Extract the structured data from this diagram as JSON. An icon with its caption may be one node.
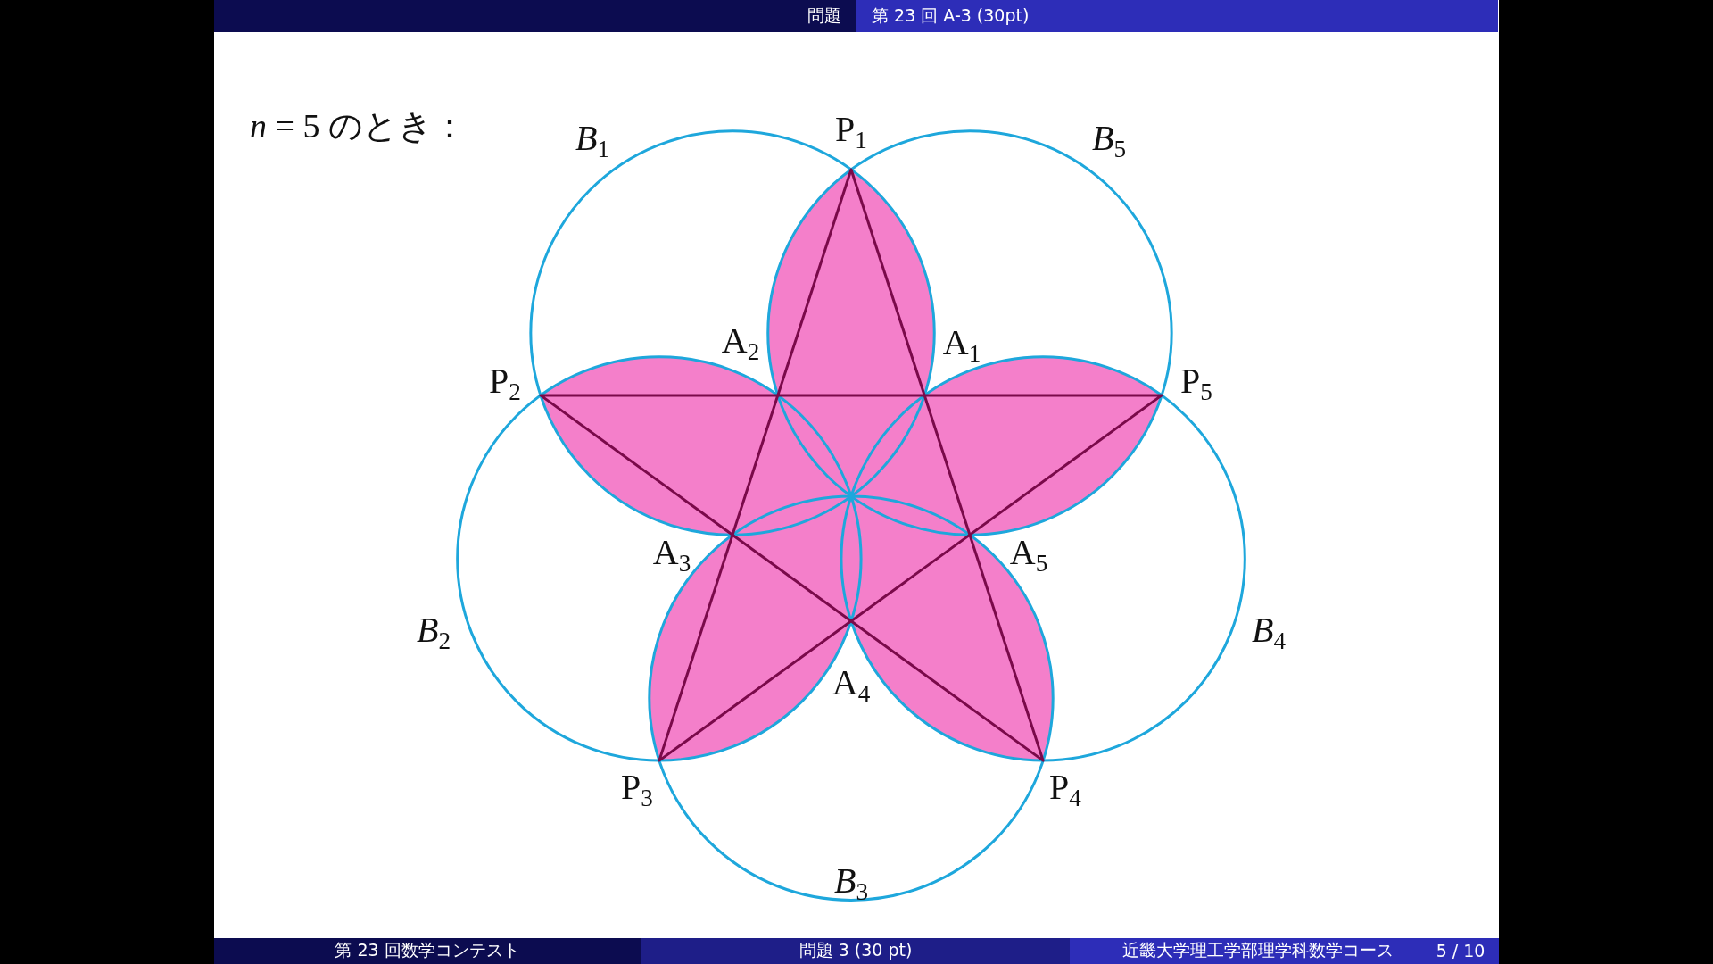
{
  "diagram": {
    "labels": [
      "問題",
      "第 23 回 A-3 (30pt)",
      "*n* = 5 のとき：",
      "*B*$_{1}$",
      "P$_{1}$",
      "*B*$_{5}$",
      "A$_{2}$",
      "A$_{1}$",
      "P$_{2}$",
      "P$_{5}$",
      "A$_{3}$",
      "A$_{5}$",
      "*B*$_{2}$",
      "*B*$_{4}$",
      "A$_{4}$",
      "P$_{3}$",
      "P$_{4}$",
      "*B*$_{3}$",
      "第 23 回数学コンテスト",
      "問題 3 (30 pt)",
      "近畿大学理工学部理学科数学コース",
      "5 / 10"
    ]
  }
}
